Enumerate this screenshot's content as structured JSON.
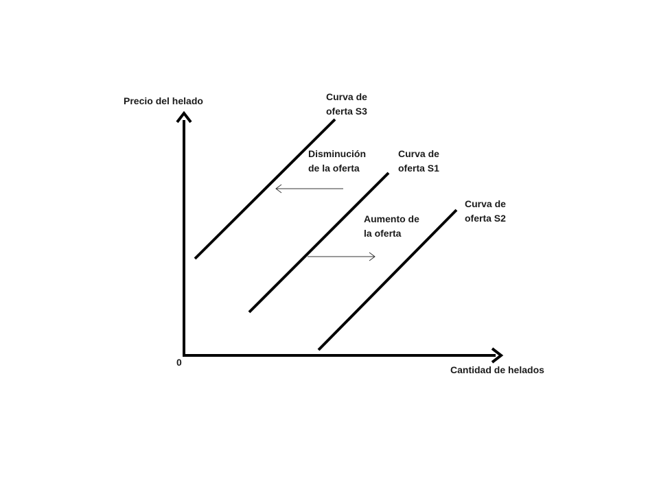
{
  "colors": {
    "axes": "#000000",
    "curves": "#000000",
    "shift_arrows": "#333333",
    "background": "#ffffff"
  },
  "axes": {
    "y_label": "Precio del helado",
    "x_label": "Cantidad de helados",
    "origin_label": "0"
  },
  "curves": {
    "s3": {
      "line1": "Curva de",
      "line2": "oferta S3"
    },
    "s1": {
      "line1": "Curva de",
      "line2": "oferta S1"
    },
    "s2": {
      "line1": "Curva de",
      "line2": "oferta S2"
    }
  },
  "shifts": {
    "decrease": {
      "line1": "Disminución",
      "line2": "de la oferta",
      "direction": "left"
    },
    "increase": {
      "line1": "Aumento de",
      "line2": "la oferta",
      "direction": "right"
    }
  }
}
